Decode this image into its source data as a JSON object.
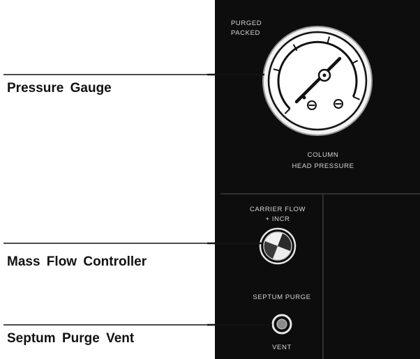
{
  "panel": {
    "gauge_top_label": [
      "PURGED",
      "PACKED"
    ],
    "gauge_bottom_label": [
      "COLUMN",
      "HEAD PRESSURE"
    ],
    "flow_label": "CARRIER FLOW",
    "flow_direction": "+ INCR",
    "purge_label": "SEPTUM PURGE",
    "vent_label": "VENT"
  },
  "callouts": [
    {
      "label": "Pressure Gauge"
    },
    {
      "label": "Mass Flow Controller"
    },
    {
      "label": "Septum Purge Vent"
    }
  ],
  "colors": {
    "panel": "#0d0d0d",
    "panel_text": "#d8d8d8",
    "callout_text": "#111111"
  }
}
